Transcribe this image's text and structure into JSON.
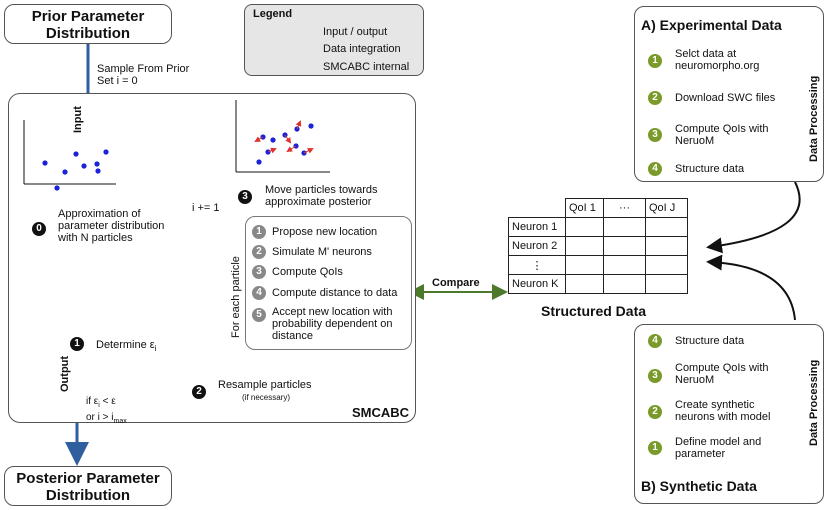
{
  "prior_title": [
    "Prior Parameter",
    "Distribution"
  ],
  "posterior_title": [
    "Posterior Parameter",
    "Distribution"
  ],
  "legend": {
    "heading": "Legend",
    "items": [
      {
        "label": "Input / output",
        "color": "#2f5f9e"
      },
      {
        "label": "Data integration",
        "color": "#4d7a2a"
      },
      {
        "label": "SMCABC internal",
        "color": "#d4a82b"
      }
    ]
  },
  "sample_text": [
    "Sample From Prior",
    "Set i = 0"
  ],
  "input_label": "Input",
  "output_label": "Output",
  "smcabc_label": "SMCABC",
  "step0": {
    "num": "0",
    "text": [
      "Approximation of",
      "parameter distribution",
      "with N particles"
    ]
  },
  "step3": {
    "num": "3",
    "text": [
      "Move particles towards",
      "approximate posterior"
    ]
  },
  "i_increment": "i += 1",
  "step1": {
    "num": "1",
    "text": "Determine ε",
    "sub": "i"
  },
  "step2": {
    "num": "2",
    "text": "Resample particles",
    "note": "(if necessary)"
  },
  "stop_condition": {
    "line1": "if  ε",
    "line1_sub": "i",
    "line1_rest": " < ε",
    "line2": "or i > i",
    "line2_sub": "max"
  },
  "for_each_label": "For each particle",
  "inner_steps": [
    {
      "num": "1",
      "text": [
        "Propose new location"
      ]
    },
    {
      "num": "2",
      "text": [
        "Simulate M' neurons"
      ]
    },
    {
      "num": "3",
      "text": [
        "Compute QoIs"
      ]
    },
    {
      "num": "4",
      "text": [
        "Compute distance to data"
      ]
    },
    {
      "num": "5",
      "text": [
        "Accept new location with",
        "probability dependent on",
        "distance"
      ]
    }
  ],
  "compare_label": "Compare",
  "table": {
    "title": "Structured Data",
    "columns": [
      "QoI 1",
      "···",
      "QoI J"
    ],
    "rows": [
      "Neuron 1",
      "Neuron 2",
      "⋮",
      "Neuron K"
    ]
  },
  "experimental": {
    "title": "A) Experimental Data",
    "side_label": "Data Processing",
    "steps": [
      {
        "num": "1",
        "text": [
          "Selct data at",
          "neuromorpho.org"
        ]
      },
      {
        "num": "2",
        "text": [
          "Download SWC files"
        ]
      },
      {
        "num": "3",
        "text": [
          "Compute QoIs with",
          "NeruoM"
        ]
      },
      {
        "num": "4",
        "text": [
          "Structure data"
        ]
      }
    ]
  },
  "synthetic": {
    "title": "B) Synthetic Data",
    "side_label": "Data Processing",
    "steps": [
      {
        "num": "4",
        "text": [
          "Structure data"
        ]
      },
      {
        "num": "3",
        "text": [
          "Compute QoIs with",
          "NeruoM"
        ]
      },
      {
        "num": "2",
        "text": [
          "Create synthetic",
          "neurons with model"
        ]
      },
      {
        "num": "1",
        "text": [
          "Define model and",
          "parameter"
        ]
      }
    ]
  }
}
